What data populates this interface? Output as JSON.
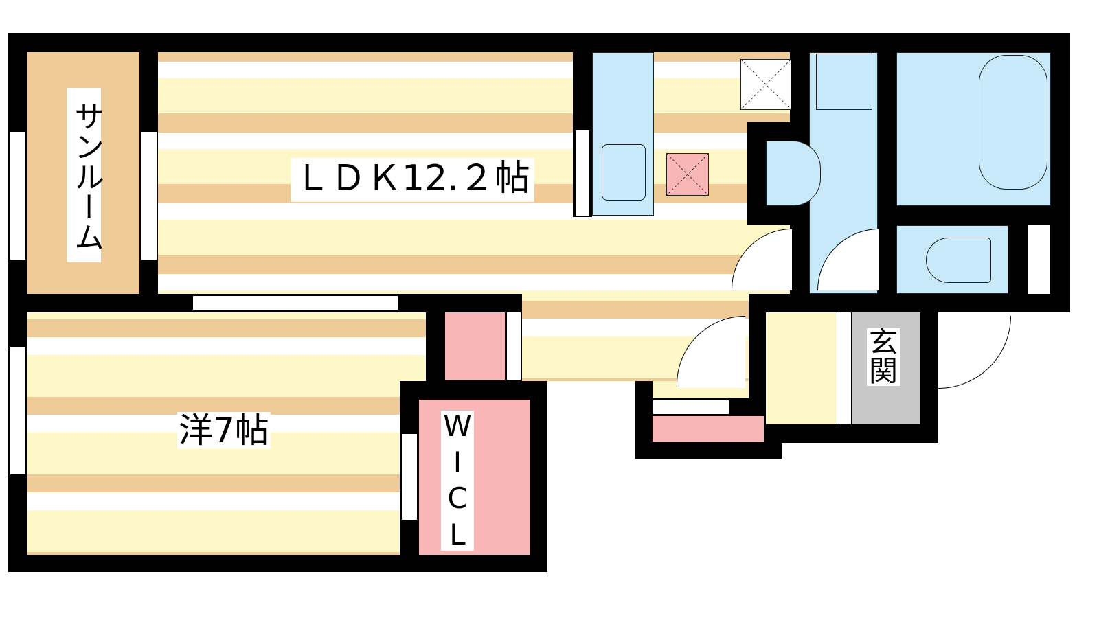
{
  "rooms": {
    "sunroom": "サンルーム",
    "ldk": "ＬＤＫ12.２帖",
    "western": "洋7帖",
    "wic": [
      "W",
      "I",
      "C",
      "L"
    ],
    "entrance": [
      "玄",
      "関"
    ]
  },
  "colors": {
    "floor_tan": "#efcb97",
    "floor_yellow": "#fef8c8",
    "wet_area": "#c7e9f9",
    "storage": "#f8b6b6",
    "entrance": "#c8c8c8"
  }
}
